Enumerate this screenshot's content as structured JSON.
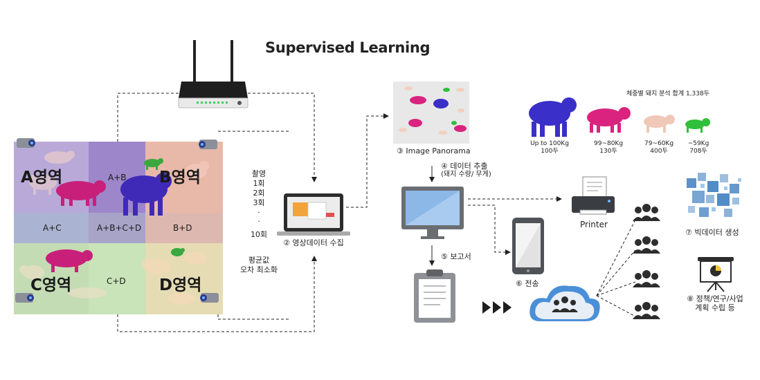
{
  "title": "Supervised Learning",
  "zones": {
    "a": "A영역",
    "ab": "A+B",
    "b": "B영역",
    "ac": "A+C",
    "abcd": "A+B+C+D",
    "bd": "B+D",
    "c": "C영역",
    "cd": "C+D",
    "d": "D영역"
  },
  "capture": {
    "steps": [
      "촬영",
      "1회",
      "2회",
      "3회",
      "·",
      "·",
      "10회"
    ],
    "note_line1": "평균값",
    "note_line2": "오차 최소화"
  },
  "labels": {
    "video_collect": "② 영상데이터 수집",
    "image_panorama": "③ Image Panorama",
    "data_extract": "④ 데이터 추출",
    "data_extract_sub": "(돼지 수량/ 무게)",
    "report": "⑤ 보고서",
    "transfer": "⑥ 전송",
    "printer": "Printer",
    "bigdata": "⑦ 빅데이터 생성",
    "policy_line1": "⑧ 정책/연구/사업",
    "policy_line2": "계획 수립 등"
  },
  "analysis": {
    "header": "체중별 돼지 분석   합계 1,338두",
    "classes": [
      {
        "range": "Up to 100Kg",
        "count": "100두",
        "color": "#3a2fc8"
      },
      {
        "range": "99~80Kg",
        "count": "130두",
        "color": "#d9237f"
      },
      {
        "range": "79~60Kg",
        "count": "400두",
        "color": "#f0c8b8"
      },
      {
        "range": "~59Kg",
        "count": "708두",
        "color": "#2fbf3a"
      }
    ]
  },
  "colors": {
    "zone_a": "#b9a9d8",
    "zone_ab": "#9d86c9",
    "zone_b": "#e8b8a8",
    "zone_ac": "#aab4d2",
    "zone_abcd": "#a8a4c8",
    "zone_bd": "#ddb8b0",
    "zone_c": "#c4dcb4",
    "zone_cd": "#c8e4b8",
    "zone_d": "#e6dcb4",
    "screen_blue": "#8cb8e8",
    "cloud_blue": "#4a90d8"
  }
}
